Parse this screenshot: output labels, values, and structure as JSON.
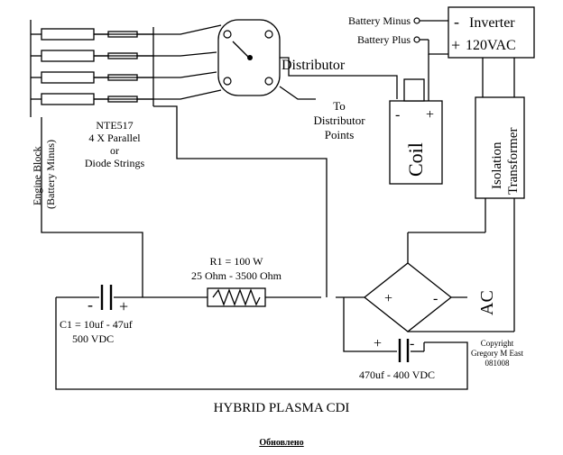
{
  "diagram": {
    "title": "HYBRID PLASMA CDI",
    "engine_block": {
      "line1": "Engine Block",
      "line2": "(Battery Minus)"
    },
    "diodes": {
      "line1": "NTE517",
      "line2": "4 X Parallel",
      "line3": "or",
      "line4": "Diode Strings"
    },
    "distributor": {
      "label": "Distributor"
    },
    "points": {
      "line1": "To",
      "line2": "Distributor",
      "line3": "Points"
    },
    "battery": {
      "minus_label": "Battery Minus",
      "plus_label": "Battery Plus"
    },
    "inverter": {
      "minus": "-",
      "line1": "Inverter",
      "plus": "+",
      "line2": "120VAC"
    },
    "coil": {
      "label": "Coil",
      "minus": "-",
      "plus": "+"
    },
    "transformer": {
      "line1": "Isolation",
      "line2": "Transformer"
    },
    "resistor": {
      "line1": "R1 = 100 W",
      "line2": "25 Ohm - 3500 Ohm"
    },
    "capacitor_c1": {
      "minus": "-",
      "plus": "+",
      "line1": "C1 = 10uf - 47uf",
      "line2": "500 VDC"
    },
    "bridge": {
      "plus": "+",
      "minus": "-",
      "ac": "AC"
    },
    "capacitor_out": {
      "plus": "+",
      "minus": "-",
      "label": "470uf - 400 VDC"
    },
    "copyright": {
      "line1": "Copyright",
      "line2": "Gregory M East",
      "line3": "081008"
    }
  },
  "footer": {
    "link_text": "Обновлено"
  }
}
